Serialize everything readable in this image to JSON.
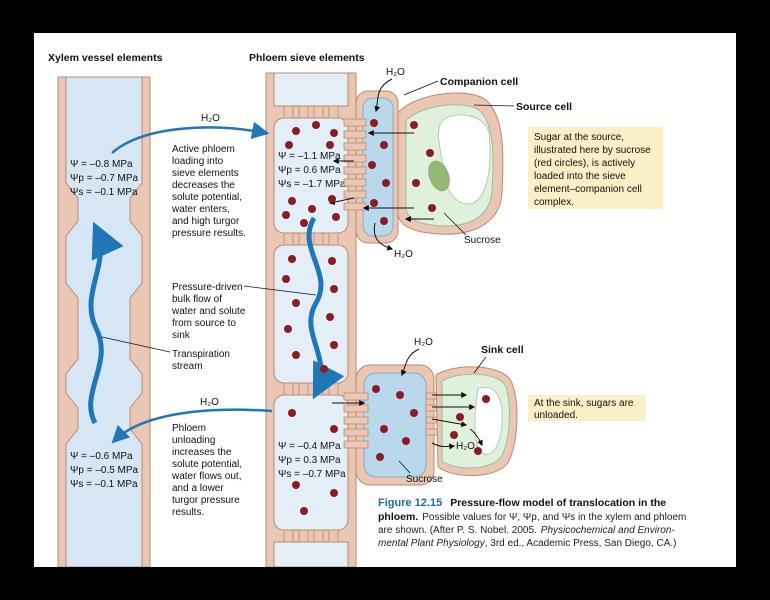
{
  "headers": {
    "xylem": "Xylem vessel elements",
    "phloem": "Phloem sieve elements",
    "companion": "Companion cell",
    "source_cell": "Source cell",
    "sink_cell": "Sink cell"
  },
  "water": "H₂O",
  "sucrose": "Sucrose",
  "xylem_top": [
    "Ψ = –0.8 MPa",
    "Ψp = –0.7 MPa",
    "Ψs = –0.1 MPa"
  ],
  "xylem_bottom": [
    "Ψ = –0.6 MPa",
    "Ψp = –0.5 MPa",
    "Ψs = –0.1 MPa"
  ],
  "phloem_top": [
    "Ψ = –1.1 MPa",
    "Ψp = 0.6 MPa",
    "Ψs = –1.7 MPa"
  ],
  "phloem_bottom": [
    "Ψ = –0.4 MPa",
    "Ψp = 0.3 MPa",
    "Ψs = –0.7 MPa"
  ],
  "loading_text": [
    "Active phloem",
    "loading into",
    "sieve elements",
    "decreases the",
    "solute potential,",
    "water enters,",
    "and high turgor",
    "pressure results."
  ],
  "bulk_text": [
    "Pressure-driven",
    "bulk flow of",
    "water and solute",
    "from source to",
    "sink"
  ],
  "transpiration_text": [
    "Transpiration",
    "stream"
  ],
  "unloading_text": [
    "Phloem",
    "unloading",
    "increases the",
    "solute potential,",
    "water flows out,",
    "and a lower",
    "turgor pressure",
    "results."
  ],
  "source_note": [
    "Sugar at the source,",
    "illustrated here by sucrose",
    "(red circles), is actively",
    "loaded into the sieve",
    "element–companion cell",
    "complex."
  ],
  "sink_note": [
    "At the sink, sugars are",
    "unloaded."
  ],
  "caption": {
    "figure": "Figure 12.15",
    "title_line1": "Pressure-flow model of translocation in the",
    "title_line2": "phloem.",
    "line2_rest": "Possible values for Ψ, Ψp, and Ψs in the xylem and phloem",
    "line3": "are shown. (After P. S. Nobel. 2005.",
    "line3_italic": "Physicochemical and Environ-",
    "line4_italic": "mental Plant Physiology",
    "line4_rest": ", 3rd ed., Academic Press, San Diego, CA.)"
  },
  "colors": {
    "wall": "#e9c7b3",
    "wall_stroke": "#b98a72",
    "lumen": "#e3eef7",
    "xylem_lumen": "#d6e6f5",
    "cytoplasm": "#b9d8ec",
    "source_cell": "#dff0dc",
    "sucrose": "#8a1c24",
    "arrow_blue": "#1f77b8",
    "note_bg": "#fbefc7"
  }
}
